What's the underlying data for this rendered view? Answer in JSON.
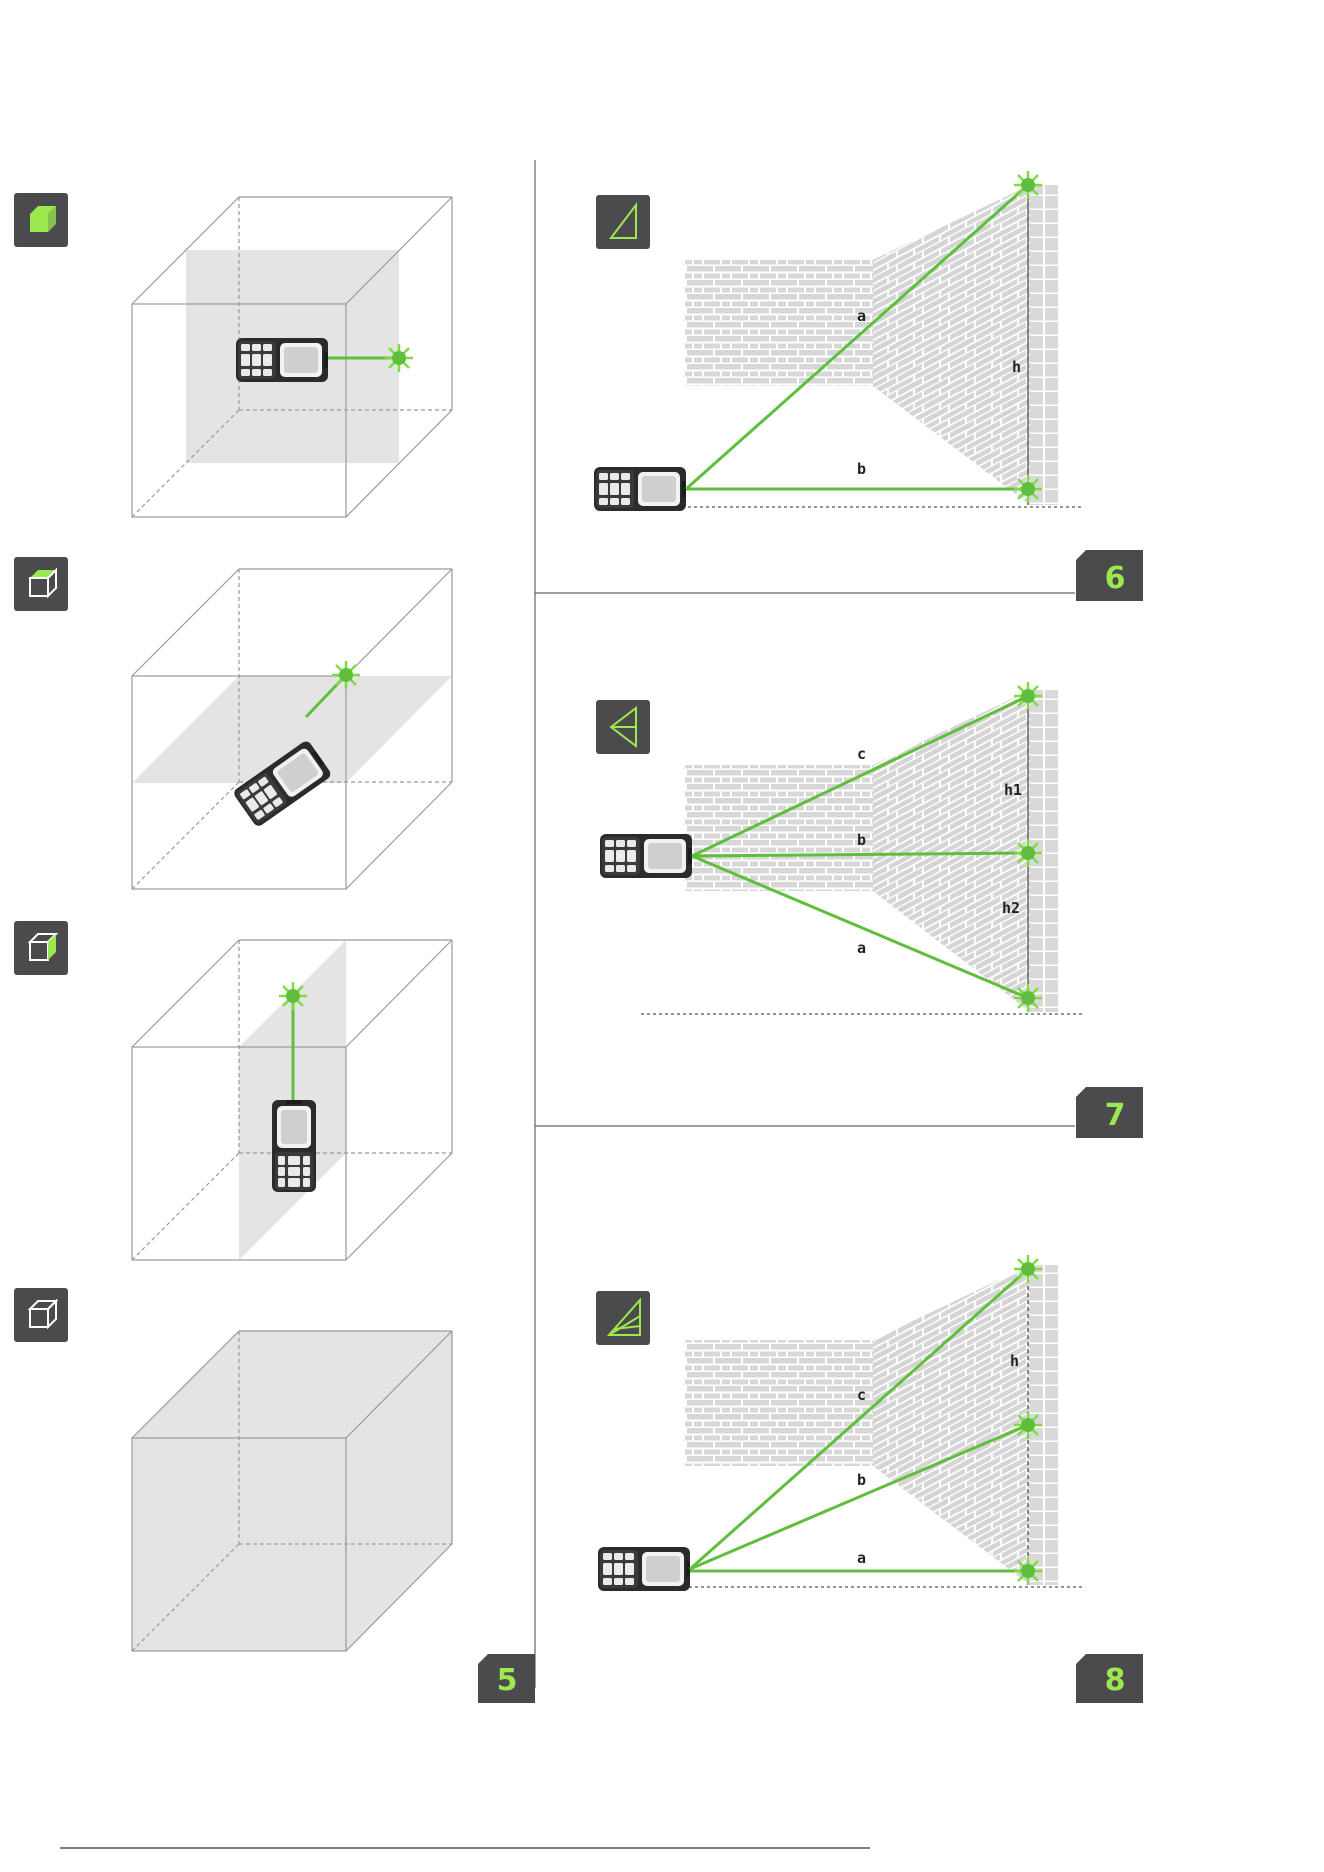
{
  "colors": {
    "laser": "#5fbf3c",
    "laser_dot": "#7fdc3f",
    "badge_bg": "#4b4b4d",
    "badge_icon": "#9be84f",
    "plane_fill": "#e4e4e4",
    "cube_line": "#9a9a9a",
    "brick": "#d7d7d7",
    "mortar": "#ffffff",
    "device_body": "#2b2b2b",
    "page_tab_bg": "#4b4b4d",
    "page_tab_text": "#9be84f"
  },
  "left_column": {
    "modes": [
      {
        "icon": "cube-front-face-icon",
        "plane": "vertical-front"
      },
      {
        "icon": "cube-top-face-icon",
        "plane": "horizontal"
      },
      {
        "icon": "cube-side-face-icon",
        "plane": "vertical-side"
      },
      {
        "icon": "cube-outline-icon",
        "plane": "volume"
      }
    ]
  },
  "right_column": {
    "panels": [
      {
        "icon": "right-triangle-icon",
        "labels": {
          "a": "a",
          "b": "b",
          "h": "h"
        }
      },
      {
        "icon": "double-triangle-icon",
        "labels": {
          "c": "c",
          "b": "b",
          "a": "a",
          "h1": "h1",
          "h2": "h2"
        }
      },
      {
        "icon": "nested-triangle-icon",
        "labels": {
          "c": "c",
          "b": "b",
          "a": "a",
          "h": "h"
        }
      }
    ]
  },
  "pages": {
    "p5": "5",
    "p6": "6",
    "p7": "7",
    "p8": "8"
  }
}
